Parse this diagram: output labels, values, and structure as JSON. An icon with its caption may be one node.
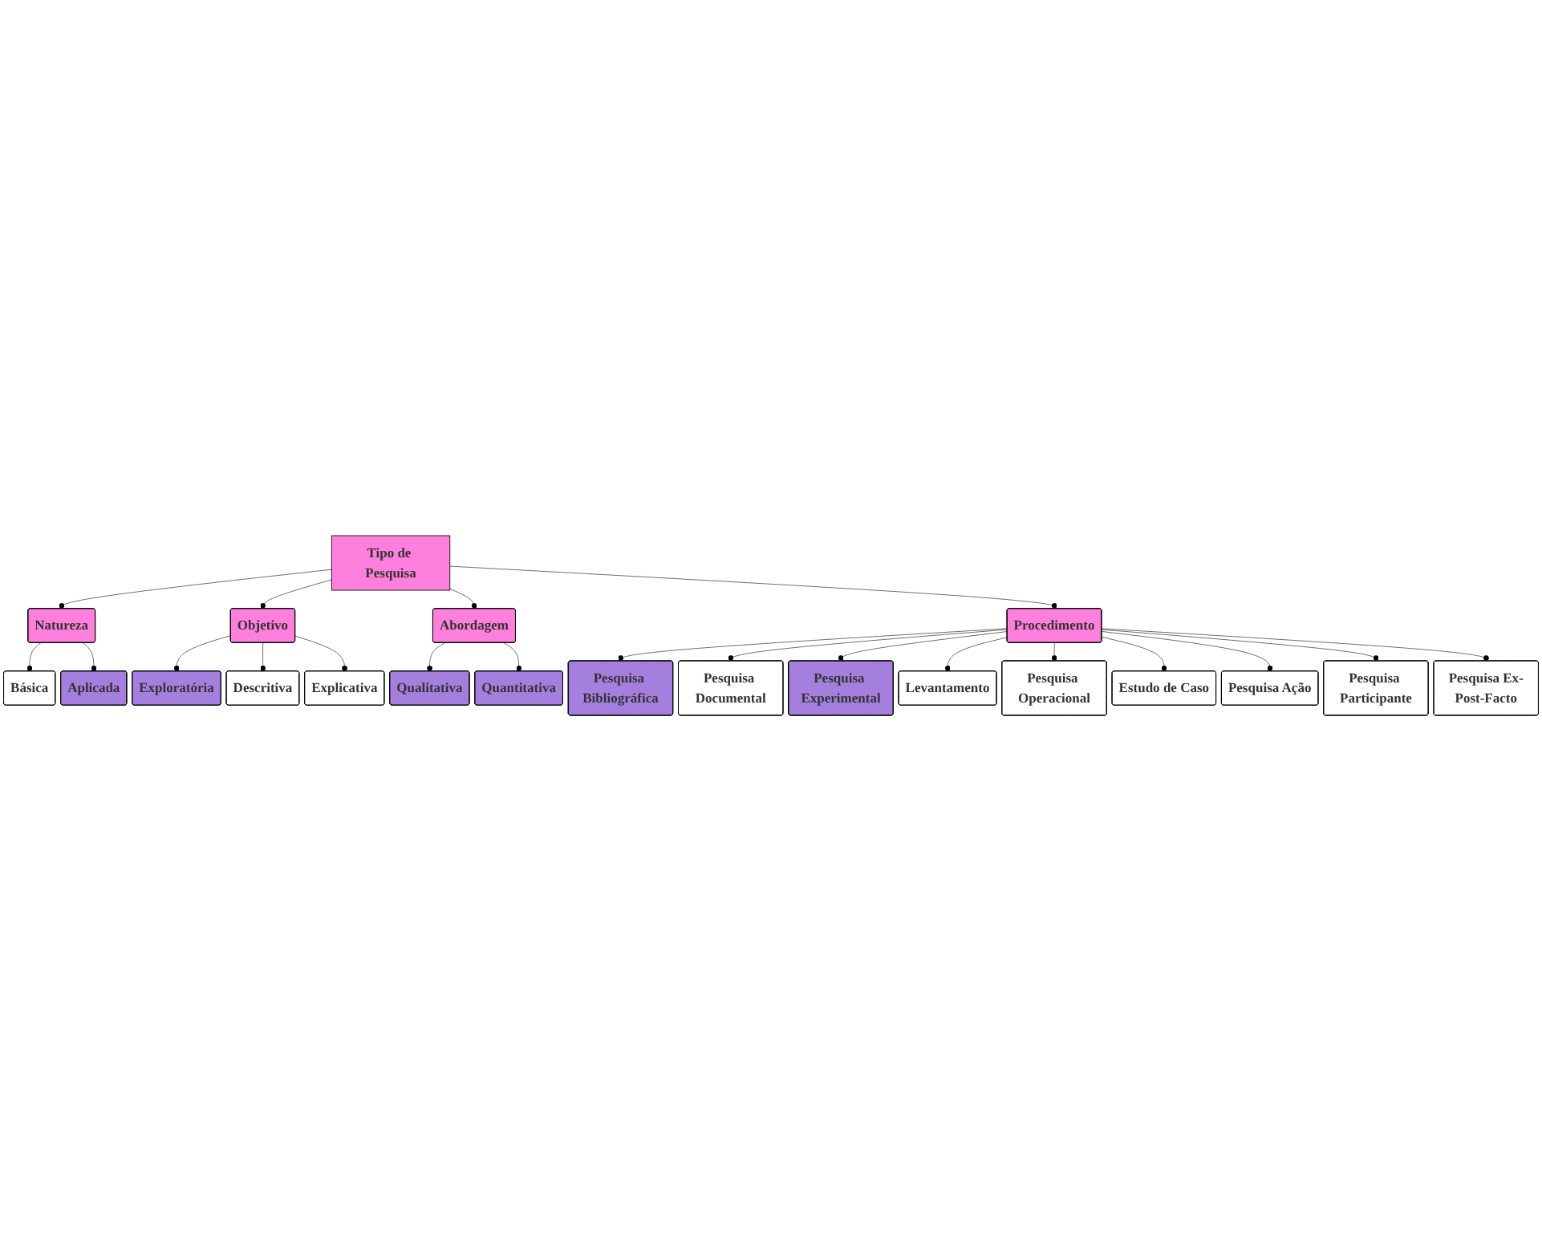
{
  "diagram": {
    "nodes": [
      {
        "text": [
          "Tipo de Pesquisa"
        ]
      },
      {
        "text": [
          "Natureza"
        ]
      },
      {
        "text": [
          "Básica"
        ]
      },
      {
        "text": [
          "Aplicada"
        ]
      },
      {
        "text": [
          "Objetivo"
        ]
      },
      {
        "text": [
          "Exploratória"
        ]
      },
      {
        "text": [
          "Descritiva"
        ]
      },
      {
        "text": [
          "Explicativa"
        ]
      },
      {
        "text": [
          "Abordagem"
        ]
      },
      {
        "text": [
          "Qualitativa"
        ]
      },
      {
        "text": [
          "Quantitativa"
        ]
      },
      {
        "text": [
          "Procedimento"
        ]
      },
      {
        "text": [
          "Pesquisa Bibliográfica"
        ]
      },
      {
        "text": [
          "Pesquisa Documental"
        ]
      },
      {
        "text": [
          "Pesquisa Experimental"
        ]
      },
      {
        "text": [
          "Levantamento"
        ]
      },
      {
        "text": [
          "Pesquisa Operacional"
        ]
      },
      {
        "text": [
          "Estudo de Caso"
        ]
      },
      {
        "text": [
          "Pesquisa Ação"
        ]
      },
      {
        "text": [
          "Pesquisa Participante"
        ]
      },
      {
        "text": [
          "Pesquisa Ex-Post-Facto"
        ]
      }
    ],
    "edges": [
      {
        "from": 0,
        "to": 1,
        "arrow": "other"
      },
      {
        "from": 1,
        "to": 2,
        "arrow": "other"
      },
      {
        "from": 1,
        "to": 3,
        "arrow": "other"
      },
      {
        "from": 0,
        "to": 4,
        "arrow": "other"
      },
      {
        "from": 4,
        "to": 5,
        "arrow": "other"
      },
      {
        "from": 4,
        "to": 6,
        "arrow": "other"
      },
      {
        "from": 4,
        "to": 7,
        "arrow": "other"
      },
      {
        "from": 0,
        "to": 8,
        "arrow": "other"
      },
      {
        "from": 8,
        "to": 9,
        "arrow": "other"
      },
      {
        "from": 8,
        "to": 10,
        "arrow": "other"
      },
      {
        "from": 0,
        "to": 11,
        "arrow": "other"
      },
      {
        "from": 11,
        "to": 12,
        "arrow": "other"
      },
      {
        "from": 11,
        "to": 13,
        "arrow": "other"
      },
      {
        "from": 11,
        "to": 14,
        "arrow": "other"
      },
      {
        "from": 11,
        "to": 15,
        "arrow": "other"
      },
      {
        "from": 11,
        "to": 16,
        "arrow": "other"
      },
      {
        "from": 11,
        "to": 17,
        "arrow": "other"
      },
      {
        "from": 11,
        "to": 18,
        "arrow": "other"
      },
      {
        "from": 11,
        "to": 19,
        "arrow": "other"
      },
      {
        "from": 11,
        "to": 20,
        "arrow": "other"
      }
    ]
  }
}
